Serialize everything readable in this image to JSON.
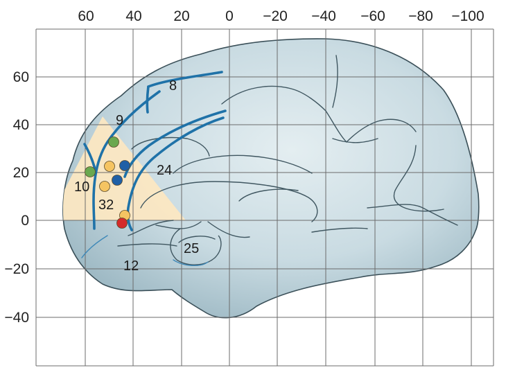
{
  "diagram": {
    "x_ticks": [
      "60",
      "40",
      "20",
      "0",
      "−20",
      "−40",
      "−60",
      "−80",
      "−100"
    ],
    "y_ticks": [
      "60",
      "40",
      "20",
      "0",
      "−20",
      "−40"
    ],
    "area_labels": [
      "8",
      "9",
      "10",
      "24",
      "32",
      "25",
      "12"
    ]
  },
  "colors": {
    "brain_fill": "#c5d9e0",
    "brain_outline": "#3a4f58",
    "highlight_region": "#fbe7c2",
    "sulcus_blue": "#1f72a8",
    "dot_green": "#6aa84f",
    "dot_yellow": "#f5c462",
    "dot_blue": "#1f5fa6",
    "dot_red": "#d42a2a"
  },
  "markers": [
    {
      "color": "green"
    },
    {
      "color": "green"
    },
    {
      "color": "yellow"
    },
    {
      "color": "yellow"
    },
    {
      "color": "yellow"
    },
    {
      "color": "blue"
    },
    {
      "color": "blue"
    },
    {
      "color": "red"
    }
  ]
}
